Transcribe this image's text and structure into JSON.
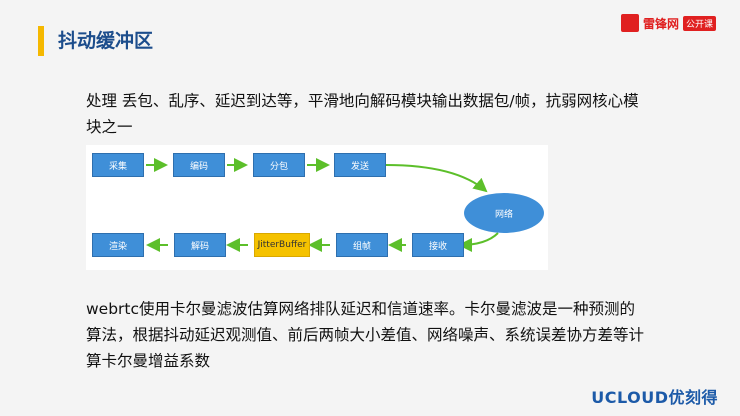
{
  "slide": {
    "title": "抖动缓冲区",
    "logo_text": "雷锋网",
    "logo_badge": "公开课",
    "para1": "处理 丢包、乱序、延迟到达等，平滑地向解码模块输出数据包/帧，抗弱网核心模块之一",
    "para2": "webrtc使用卡尔曼滤波估算网络排队延迟和信道速率。卡尔曼滤波是一种预测的算法，根据抖动延迟观测值、前后两帧大小差值、网络噪声、系统误差协方差等计算卡尔曼增益系数",
    "footer_brand": "UCLOUD优刻得"
  },
  "diagram": {
    "top_row": [
      "采集",
      "编码",
      "分包",
      "发送"
    ],
    "network": "网络",
    "bottom_row": [
      "渲染",
      "解码",
      "JitterBuffer",
      "组帧",
      "接收"
    ]
  },
  "colors": {
    "accent": "#f5b800",
    "title": "#1c4d8c",
    "box": "#3f8fd8",
    "jitter": "#f5c200",
    "arrow": "#5cbf2a"
  }
}
